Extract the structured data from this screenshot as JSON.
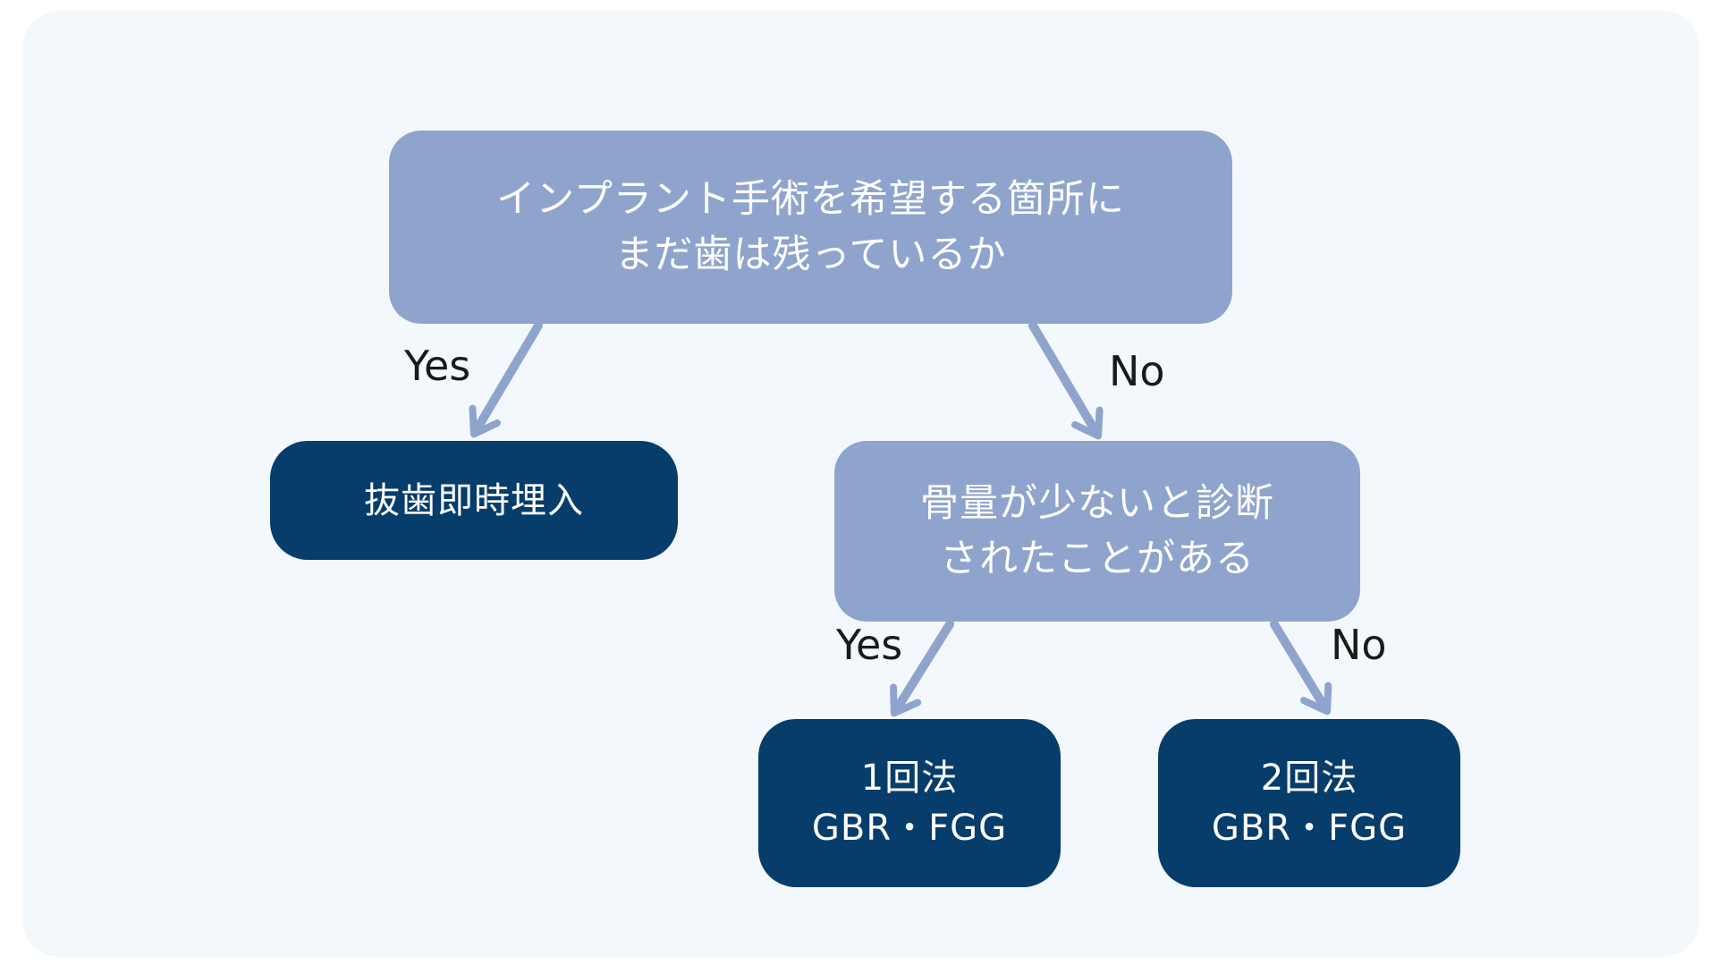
{
  "colors": {
    "background": "#f3f8fc",
    "decision_fill": "#8fa4cd",
    "outcome_fill": "#073d6b",
    "arrow": "#8fa4cd",
    "node_text": "#ffffff",
    "label_text": "#1a1a1a"
  },
  "nodes": {
    "root": {
      "line1": "インプラント手術を希望する箇所に",
      "line2": "まだ歯は残っているか"
    },
    "extraction": {
      "label": "抜歯即時埋入"
    },
    "bone": {
      "line1": "骨量が少ないと診断",
      "line2": "されたことがある"
    },
    "one_stage": {
      "line1": "1回法",
      "line2": "GBR・FGG"
    },
    "two_stage": {
      "line1": "2回法",
      "line2": "GBR・FGG"
    }
  },
  "edges": {
    "root_yes": "Yes",
    "root_no": "No",
    "bone_yes": "Yes",
    "bone_no": "No"
  }
}
